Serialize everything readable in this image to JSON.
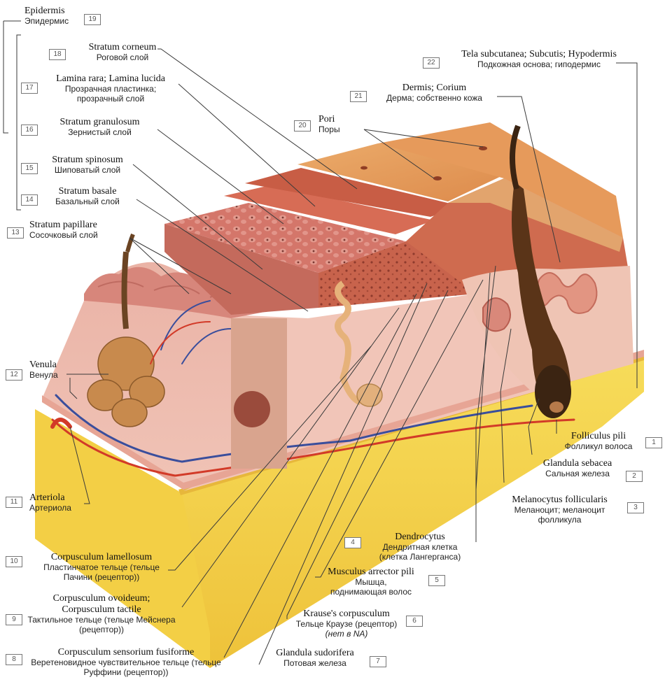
{
  "labels": [
    {
      "id": 1,
      "num": "1",
      "la": "Folliculus pili",
      "ru": "Фолликул волоса"
    },
    {
      "id": 2,
      "num": "2",
      "la": "Glandula sebacea",
      "ru": "Сальная железа"
    },
    {
      "id": 3,
      "num": "3",
      "la": "Melanocytus follicularis",
      "ru": "Меланоцит; меланоцит фолликула"
    },
    {
      "id": 4,
      "num": "4",
      "la": "Dendrocytus",
      "ru": "Дендритная клетка (клетка Лангерганса)"
    },
    {
      "id": 5,
      "num": "5",
      "la": "Musculus arrector pili",
      "ru": "Мышца, поднимающая волос"
    },
    {
      "id": 6,
      "num": "6",
      "la": "Krause's corpusculum",
      "ru": "Тельце Краузе (рецептор)",
      "ru_note": "(нет в NA)"
    },
    {
      "id": 7,
      "num": "7",
      "la": "Glandula sudorifera",
      "ru": "Потовая железа"
    },
    {
      "id": 8,
      "num": "8",
      "la": "Corpusculum sensorium fusiforme",
      "ru": "Веретеновидное чувствительное тельце (тельце Руффини (рецептор))"
    },
    {
      "id": 9,
      "num": "9",
      "la_top": "Corpusculum ovoideum;",
      "la": "Corpusculum tactile",
      "ru": "Тактильное тельце (тельце Мейснера (рецептор))"
    },
    {
      "id": 10,
      "num": "10",
      "la": "Corpusculum lamellosum",
      "ru": "Пластинчатое тельце (тельце Пачини (рецептор))"
    },
    {
      "id": 11,
      "num": "11",
      "la": "Arteriola",
      "ru": "Артериола"
    },
    {
      "id": 12,
      "num": "12",
      "la": "Venula",
      "ru": "Венула"
    },
    {
      "id": 13,
      "num": "13",
      "la": "Stratum papillare",
      "ru": "Сосочковый слой"
    },
    {
      "id": 14,
      "num": "14",
      "la": "Stratum basale",
      "ru": "Базальный слой"
    },
    {
      "id": 15,
      "num": "15",
      "la": "Stratum spinosum",
      "ru": "Шиповатый слой"
    },
    {
      "id": 16,
      "num": "16",
      "la": "Stratum granulosum",
      "ru": "Зернистый слой"
    },
    {
      "id": 17,
      "num": "17",
      "la": "Lamina rara; Lamina lucida",
      "ru": "Прозрачная пластинка; прозрачный слой"
    },
    {
      "id": 18,
      "num": "18",
      "la": "Stratum corneum",
      "ru": "Роговой слой"
    },
    {
      "id": 19,
      "num": "19",
      "la": "Epidermis",
      "ru": "Эпидермис"
    },
    {
      "id": 20,
      "num": "20",
      "la": "Pori",
      "ru": "Поры"
    },
    {
      "id": 21,
      "num": "21",
      "la": "Dermis; Corium",
      "ru": "Дерма; собственно кожа"
    },
    {
      "id": 22,
      "num": "22",
      "la": "Tela subcutanea; Subcutis; Hypodermis",
      "ru": "Подкожная основа; гиподермис"
    }
  ],
  "colors": {
    "corneum": "#e3924f",
    "granulosum": "#c9654b",
    "dermis": "#e8a99a",
    "papillary": "#d98c80",
    "hypodermis": "#f2d24a",
    "vein": "#3a4e9c",
    "artery": "#d23a28",
    "hair": "#3b2412",
    "leader": "#3a3a3a"
  }
}
